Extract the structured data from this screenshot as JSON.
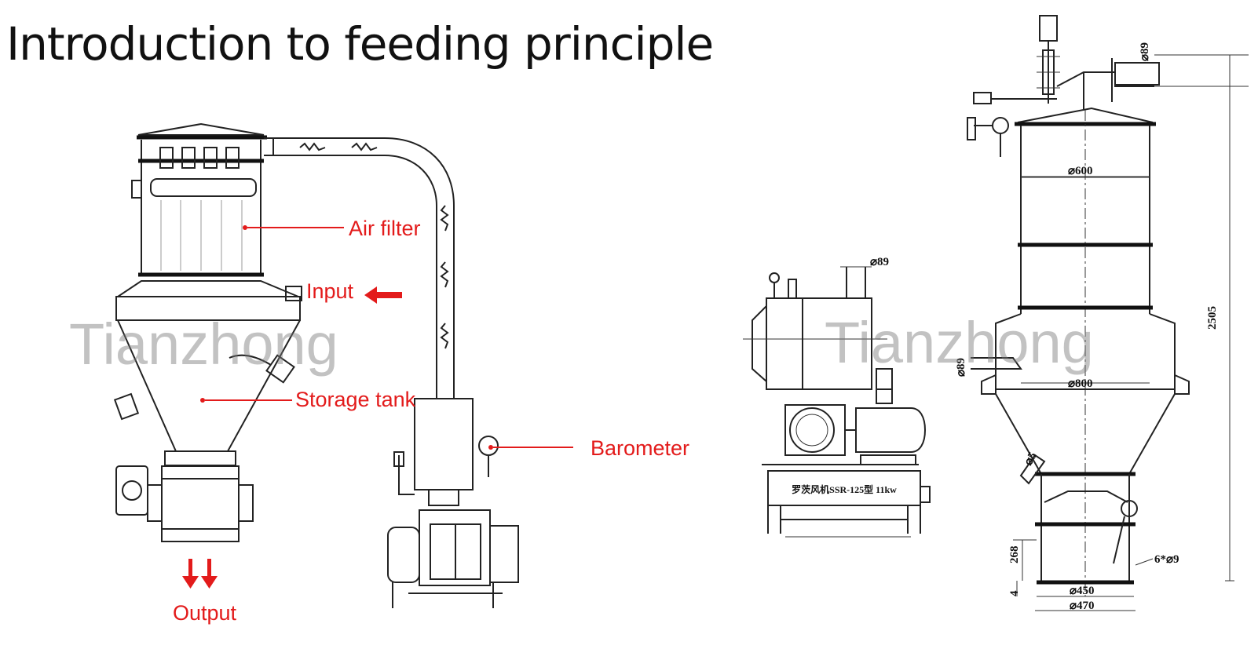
{
  "title": "Introduction to feeding principle",
  "accent_color": "#e31b1b",
  "labels": {
    "air_filter": "Air filter",
    "input": "Input",
    "storage_tank": "Storage tank",
    "barometer": "Barometer",
    "output": "Output"
  },
  "watermark": "Tianzhong",
  "dimensions": {
    "d89_top": "⌀89",
    "d600": "⌀600",
    "d89_blower": "⌀89",
    "h2505": "2505",
    "d89_side": "⌀89",
    "d800": "⌀800",
    "d5": "⌀5",
    "h268": "268",
    "h4": "4",
    "holes": "6*⌀9",
    "d450": "⌀450",
    "d470": "⌀470"
  },
  "blower_plate": "罗茨风机SSR-125型 11kw"
}
